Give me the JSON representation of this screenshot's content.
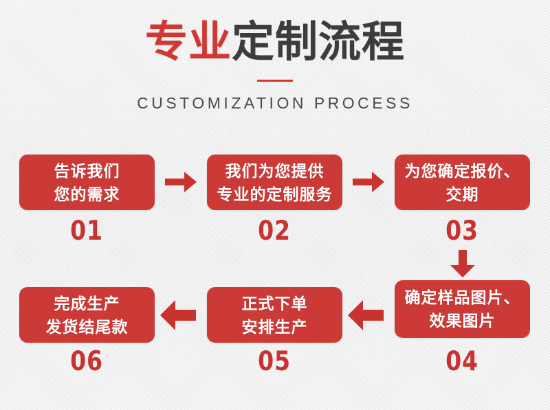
{
  "header": {
    "title_accent": "专业",
    "title_dark": "定制流程",
    "subtitle": "CUSTOMIZATION PROCESS"
  },
  "colors": {
    "accent_red": "#cb3a36",
    "title_red": "#d13832",
    "title_dark": "#3c3c3c",
    "number_red": "#c8322f",
    "background": "#f1f1f1"
  },
  "steps": [
    {
      "number": "01",
      "line1": "告诉我们",
      "line2": "您的需求"
    },
    {
      "number": "02",
      "line1": "我们为您提供",
      "line2": "专业的定制服务"
    },
    {
      "number": "03",
      "line1": "为您确定报价、",
      "line2": "交期"
    },
    {
      "number": "04",
      "line1": "确定样品图片、",
      "line2": "效果图片"
    },
    {
      "number": "05",
      "line1": "正式下单",
      "line2": "安排生产"
    },
    {
      "number": "06",
      "line1": "完成生产",
      "line2": "发货结尾款"
    }
  ],
  "arrows": [
    {
      "id": "arrow-1",
      "direction": "right"
    },
    {
      "id": "arrow-2",
      "direction": "right"
    },
    {
      "id": "arrow-3",
      "direction": "down"
    },
    {
      "id": "arrow-4",
      "direction": "left"
    },
    {
      "id": "arrow-5",
      "direction": "left"
    }
  ]
}
